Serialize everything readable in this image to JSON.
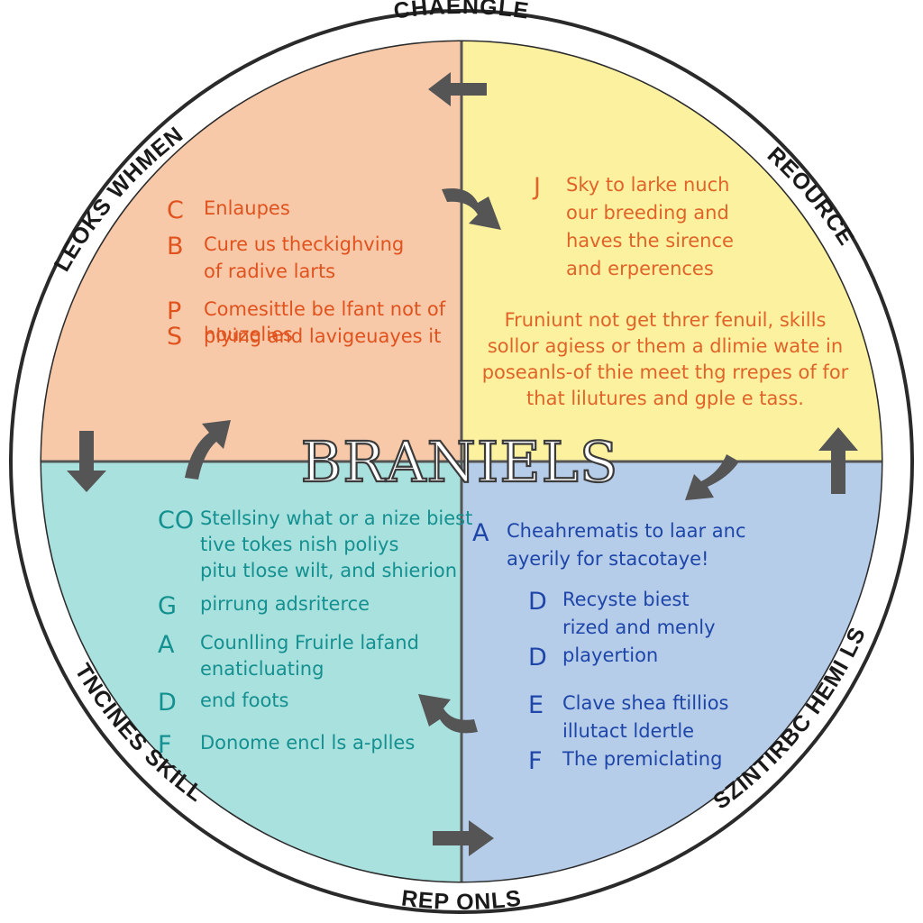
{
  "colors": {
    "topLeft": "#f8c9a8",
    "topRight": "#fbf19e",
    "bottomLeft": "#a9e1df",
    "bottomRight": "#b6cdea",
    "topLeftText": "#e0521e",
    "topRightText": "#e0642a",
    "bottomLeftText": "#13908f",
    "bottomRightText": "#1e45a8",
    "divider": "#555555",
    "arrow": "#555555",
    "ring": "#2a2a2a"
  },
  "ring_labels": {
    "top": "CHAENGLE",
    "upper_left": "LEOKS WHMEN",
    "upper_right": "REOURCE",
    "lower_left": "TNCINES SKILL",
    "lower_right": "SZINTIRBC HEMI LS",
    "bottom": "REP ONLS"
  },
  "center_title": "BRANIELS",
  "quadrants": {
    "top_left": {
      "items": [
        {
          "letter": "C",
          "lines": [
            "Enlaupes"
          ]
        },
        {
          "letter": "B",
          "lines": [
            "Cure us theckighving",
            "of radive larts"
          ]
        },
        {
          "letter": "P",
          "lines": [
            "Comesittle be lfant not of",
            "plying and lavigeuayes it"
          ]
        },
        {
          "letter": "S",
          "lines": [
            "houzelies"
          ]
        }
      ]
    },
    "top_right": {
      "items": [
        {
          "letter": "J",
          "lines": [
            "Sky to larke nuch",
            "our breeding and",
            "haves the sirence",
            "and erperences"
          ]
        }
      ],
      "paragraph": [
        "Fruniunt not get threr fenuil, skills",
        "sollor agiess or them a dlimie wate in",
        "poseanls-of thie meet thg rrepes of for",
        "that lilutures and gple e tass."
      ]
    },
    "bottom_left": {
      "items": [
        {
          "letter": "CO",
          "lines": [
            "Stellsiny what or a nize biest",
            "tive tokes nish poliys",
            "pitu tlose wilt, and shierion"
          ]
        },
        {
          "letter": "G",
          "lines": [
            "pirrung adsriterce"
          ]
        },
        {
          "letter": "A",
          "lines": [
            "Counlling Fruirle lafand",
            "enaticluating"
          ]
        },
        {
          "letter": "D",
          "lines": [
            "end foots"
          ]
        },
        {
          "letter": "F",
          "lines": [
            "Donome encl ls a-plles"
          ]
        }
      ]
    },
    "bottom_right": {
      "items": [
        {
          "letter": "A",
          "lines": [
            "Cheahrematis to laar anc",
            "ayerily for stacotaye!"
          ]
        },
        {
          "letter": "D",
          "lines": [
            "Recyste biest",
            "rized and menly"
          ]
        },
        {
          "letter": "D",
          "lines": [
            "playertion"
          ]
        },
        {
          "letter": "E",
          "lines": [
            "Clave shea ftillios",
            "illutact ldertle"
          ]
        },
        {
          "letter": "F",
          "lines": [
            "The premiclating"
          ]
        }
      ]
    }
  }
}
